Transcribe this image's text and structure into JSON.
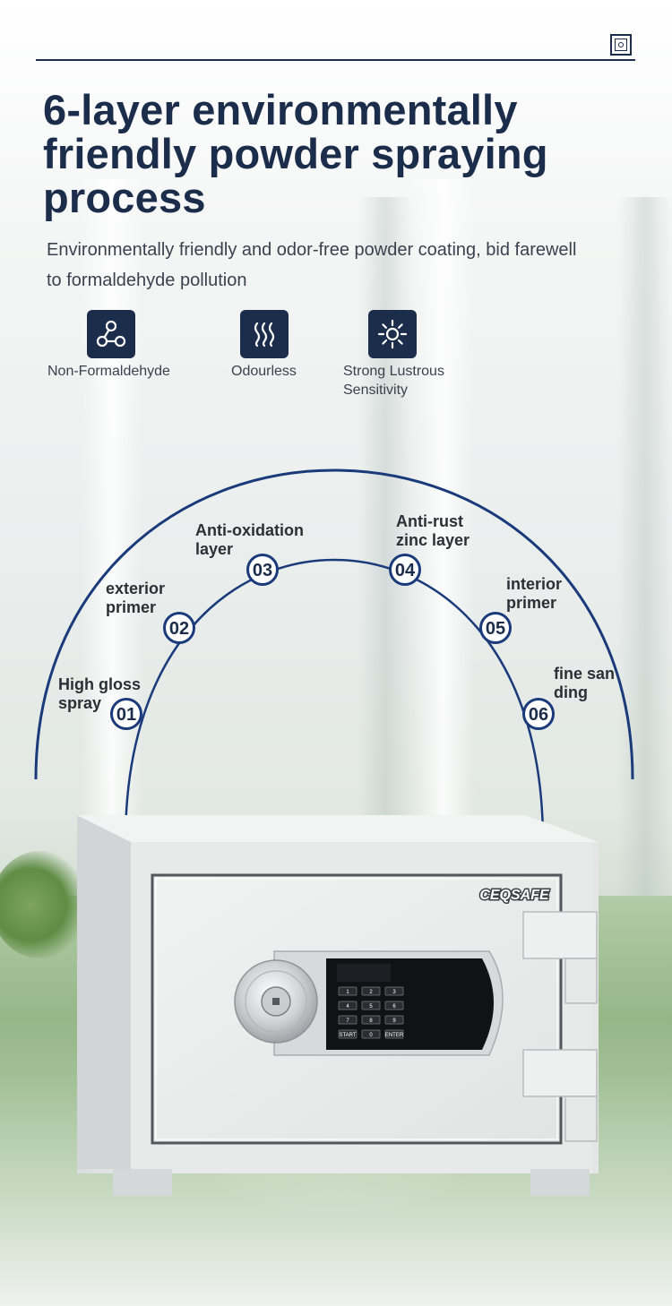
{
  "header": {
    "icon": "safe-icon"
  },
  "title": "6-layer environmentally friendly powder spraying process",
  "subtitle": "Environmentally friendly and odor-free powder coating, bid farewell to formaldehyde pollution",
  "features": [
    {
      "icon": "molecule-icon",
      "label": "Non-Formaldehyde"
    },
    {
      "icon": "steam-icon",
      "label": "Odourless"
    },
    {
      "icon": "sparkle-icon",
      "label": "Strong Lustrous Sensitivity"
    }
  ],
  "steps": [
    {
      "num": "01",
      "label": "High gloss spray"
    },
    {
      "num": "02",
      "label": "exterior primer"
    },
    {
      "num": "03",
      "label": "Anti-oxidation layer"
    },
    {
      "num": "04",
      "label": "Anti-rust zinc layer"
    },
    {
      "num": "05",
      "label": "interior primer"
    },
    {
      "num": "06",
      "label": "fine san ding"
    }
  ],
  "product": {
    "brand": "CEQSAFE",
    "keypad_keys": [
      "1",
      "2",
      "3",
      "4",
      "5",
      "6",
      "7",
      "8",
      "9",
      "START",
      "0",
      "ENTER"
    ]
  },
  "colors": {
    "navy": "#1b2d4a",
    "arc": "#1a3a7a"
  }
}
